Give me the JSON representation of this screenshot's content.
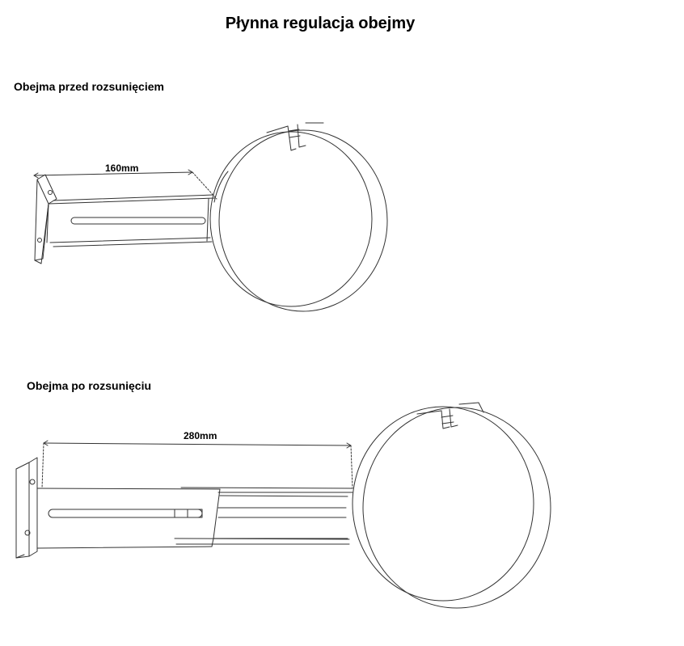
{
  "title": "Płynna regulacja obejmy",
  "sections": [
    {
      "label": "Obejma przed rozsunięciem",
      "dimension": "160mm"
    },
    {
      "label": "Obejma po rozsunięciu",
      "dimension": "280mm"
    }
  ],
  "colors": {
    "line": "#333333",
    "text": "#000000",
    "background": "#ffffff"
  }
}
